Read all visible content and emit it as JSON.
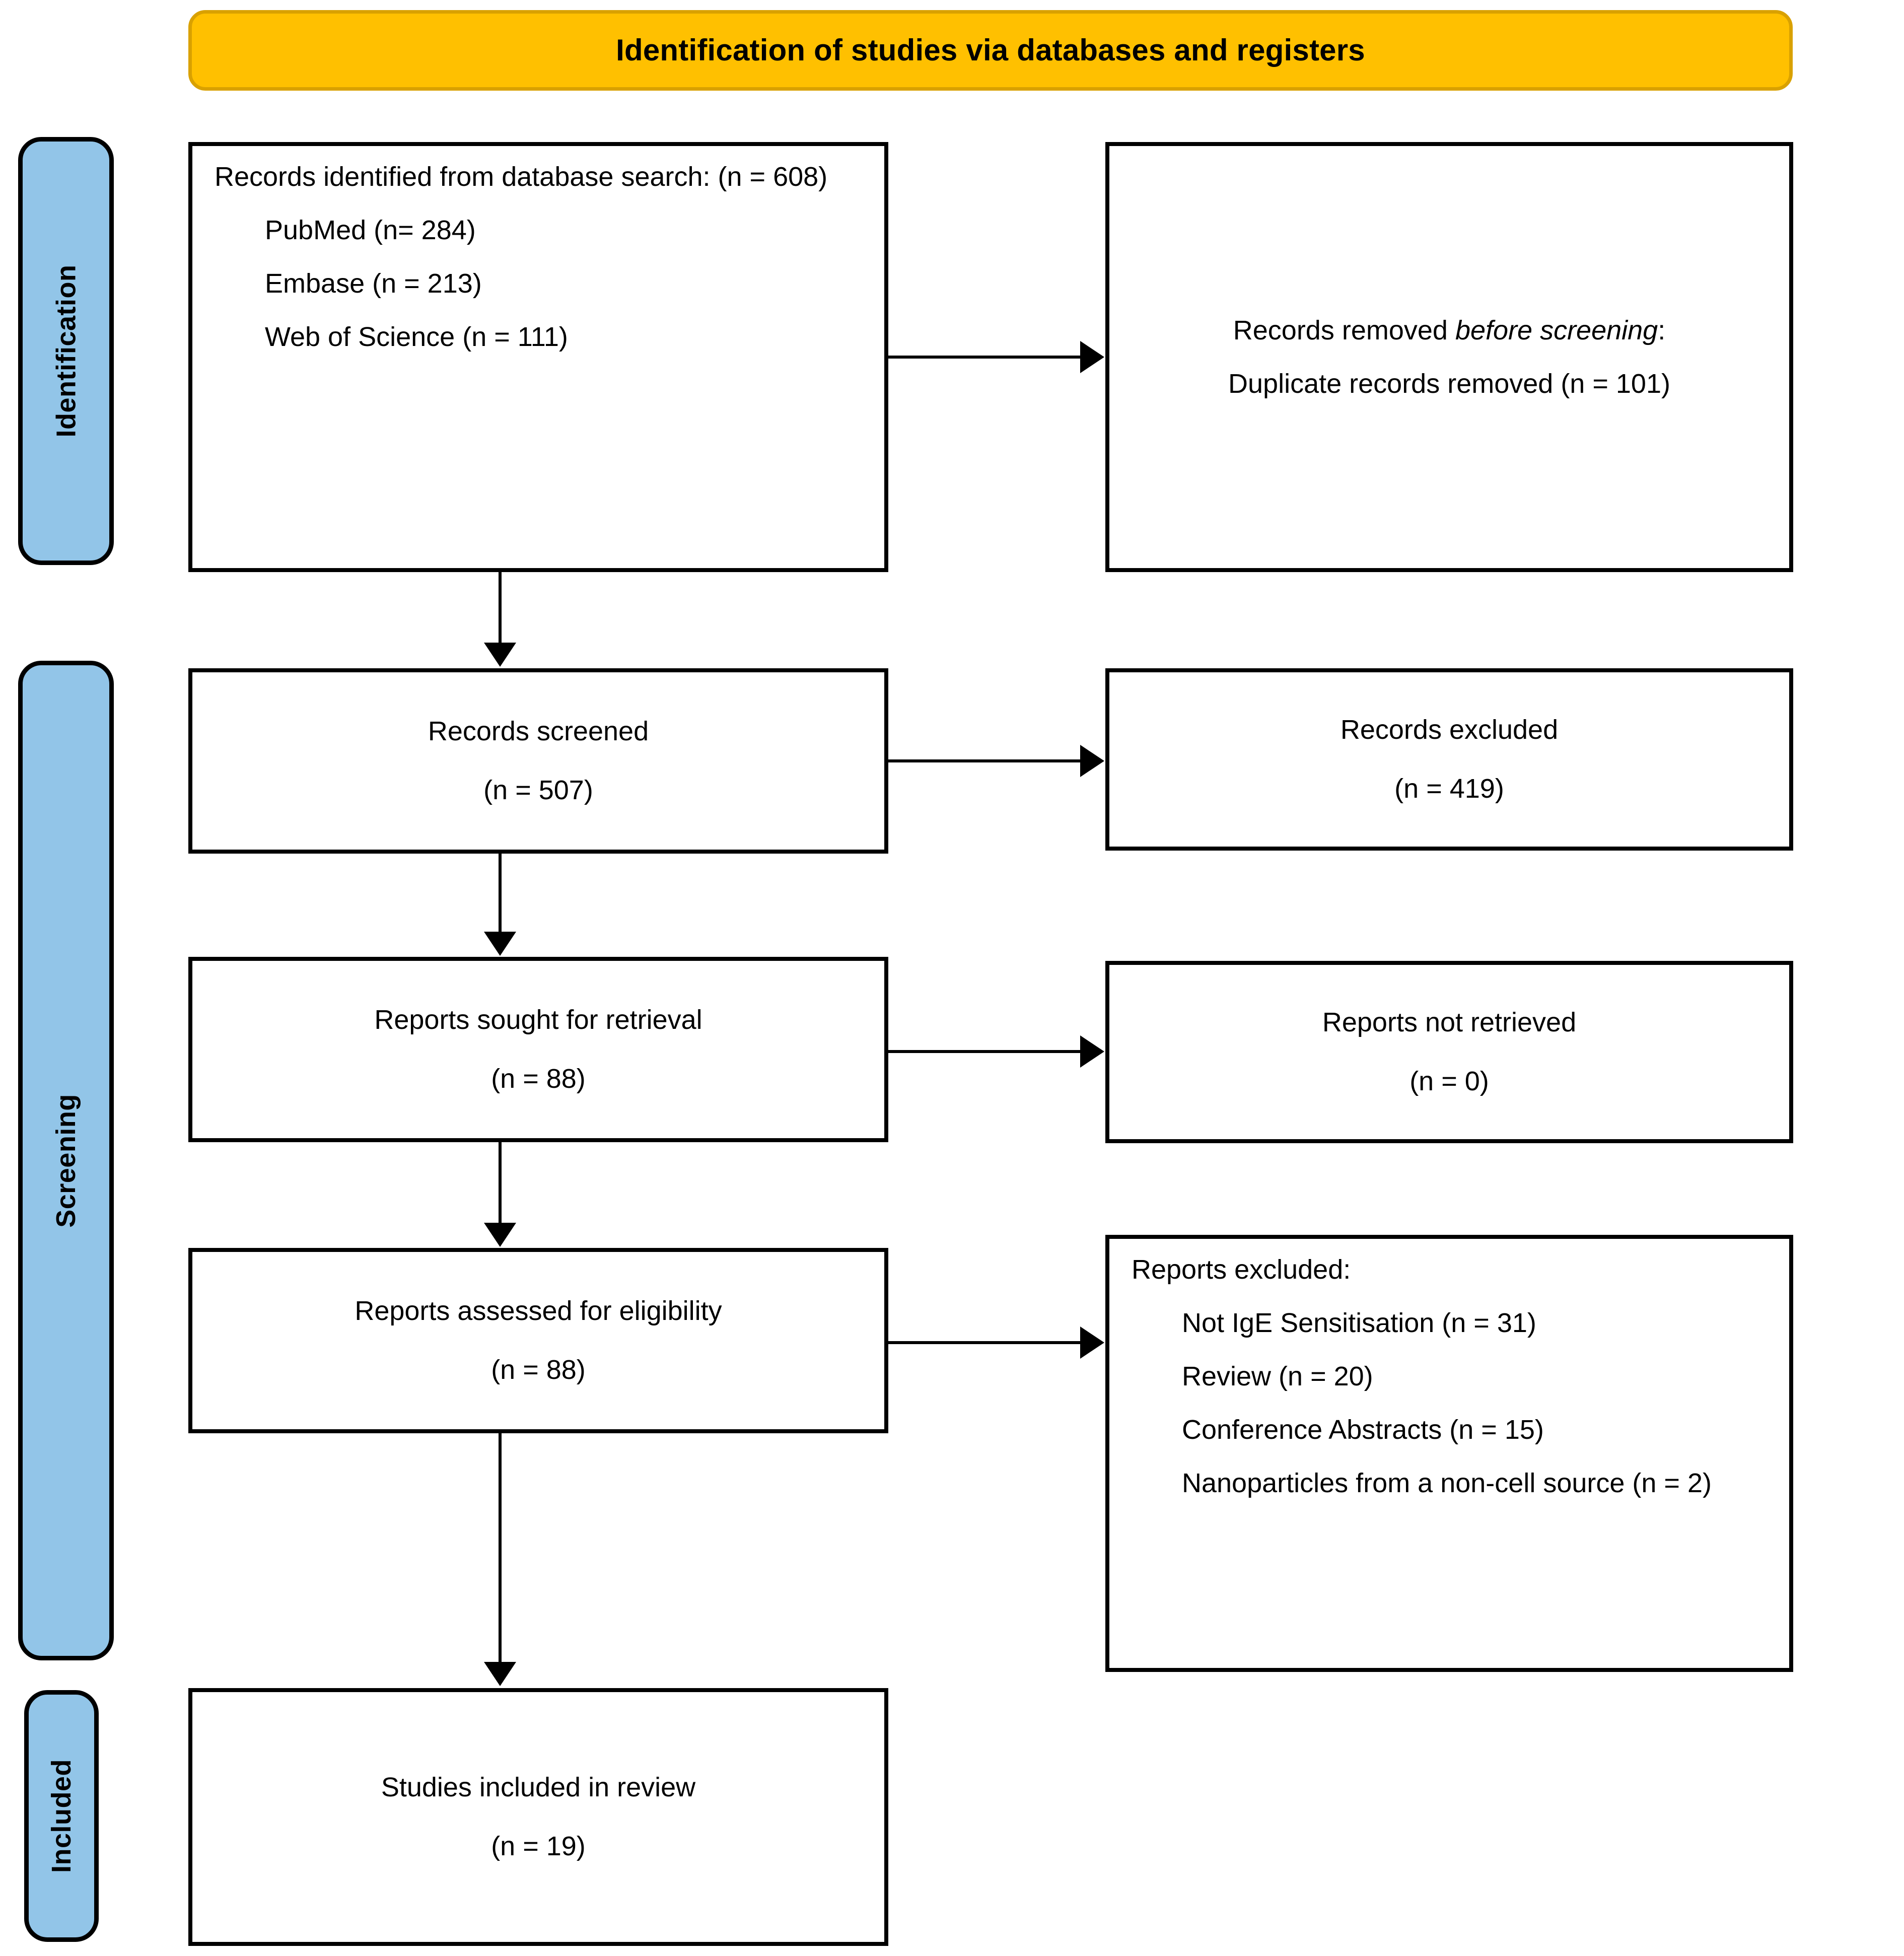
{
  "banner": {
    "title": "Identification of studies via databases and registers"
  },
  "stages": [
    {
      "name": "identification",
      "label": "Identification"
    },
    {
      "name": "screening",
      "label": "Screening"
    },
    {
      "name": "included",
      "label": "Included"
    }
  ],
  "boxes": {
    "identified": {
      "heading": "Records identified from database search: (n = 608)",
      "sources": [
        "PubMed (n= 284)",
        "Embase (n = 213)",
        "Web of Science (n = 111)"
      ]
    },
    "removed": {
      "heading_prefix": "Records removed ",
      "heading_italic": "before screening",
      "heading_suffix": ":",
      "detail": "Duplicate records removed (n = 101)"
    },
    "screened": {
      "label": "Records screened",
      "count": "(n = 507)"
    },
    "excluded": {
      "label": "Records excluded",
      "count": "(n = 419)"
    },
    "sought": {
      "label": "Reports sought for retrieval",
      "count": "(n = 88)"
    },
    "not_retrieved": {
      "label": "Reports not retrieved",
      "count": "(n = 0)"
    },
    "assessed": {
      "label": "Reports assessed for eligibility",
      "count": "(n = 88)"
    },
    "reports_excluded": {
      "heading": "Reports excluded:",
      "reasons": [
        "Not IgE Sensitisation (n = 31)",
        "Review (n = 20)",
        "Conference Abstracts (n = 15)",
        "Nanoparticles from a non-cell source (n = 2)"
      ]
    },
    "included": {
      "label": "Studies included in review",
      "count": "(n = 19)"
    }
  },
  "colors": {
    "banner_fill": "#FFC000",
    "banner_border": "#D9A100",
    "stage_fill": "#92C5E8",
    "box_border": "#000000",
    "box_fill": "#FFFFFF",
    "text": "#000000"
  }
}
